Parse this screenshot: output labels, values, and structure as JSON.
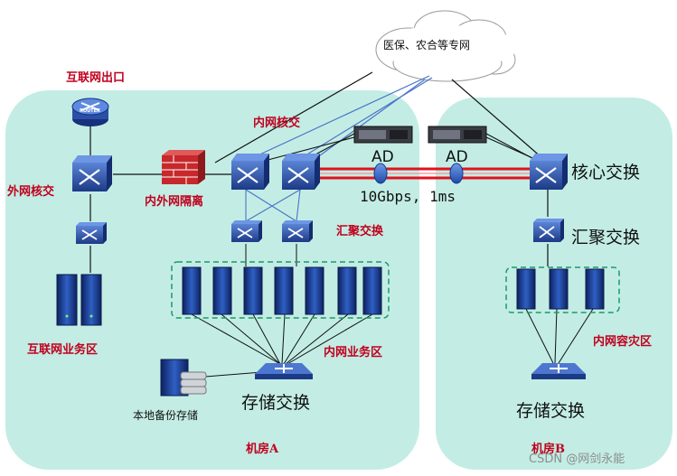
{
  "cloud": {
    "label": "医保、农合等专网"
  },
  "labels": {
    "internet_exit": "互联网出口",
    "router_text": "ROUTER",
    "inner_core": "内网核交",
    "outer_core": "外网核交",
    "firewall": "内外网隔离",
    "ad_left": "AD",
    "ad_right": "AD",
    "link_speed": "10Gbps, 1ms",
    "agg_a": "汇聚交换",
    "core_b": "核心交换",
    "agg_b": "汇聚交换",
    "internet_biz": "互联网业务区",
    "inner_biz": "内网业务区",
    "backup": "本地备份存储",
    "storage_a": "存储交换",
    "dr_zone": "内网容灾区",
    "storage_b": "存储交换",
    "room_a": "机房A",
    "room_b": "机房B",
    "watermark": "CSDN @网剑永能"
  },
  "colors": {
    "zone_fill": "#c3ede4",
    "label_red": "#c0001e",
    "device_blue": "#1f3f8f",
    "link_red": "#e0121e",
    "blue_line": "#4a73c9"
  }
}
